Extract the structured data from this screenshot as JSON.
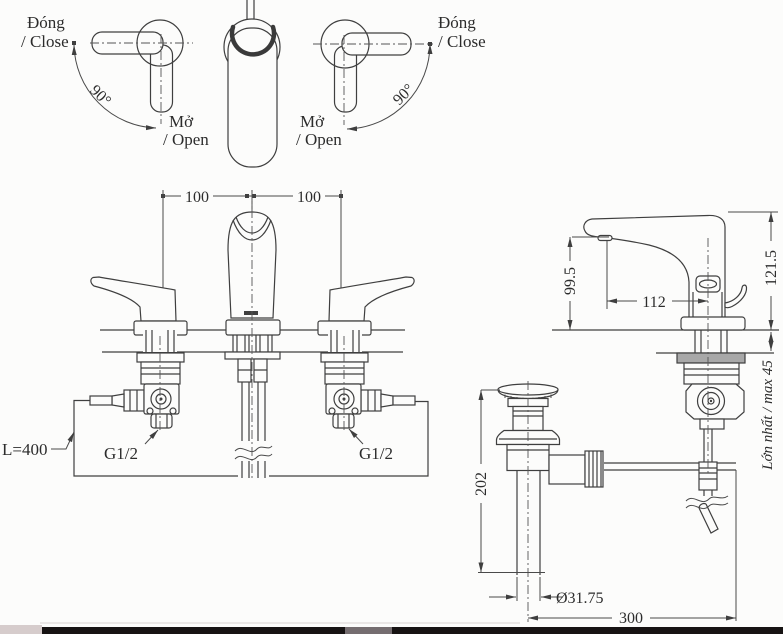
{
  "rotation_left": {
    "close_line1": "Đóng",
    "close_line2": "/ Close",
    "open_line1": "Mở",
    "open_line2": "/ Open",
    "angle": "90°"
  },
  "rotation_right": {
    "close_line1": "Đóng",
    "close_line2": "/ Close",
    "open_line1": "Mở",
    "open_line2": "/ Open",
    "angle": "90°"
  },
  "front_view": {
    "hole_spacing_left": "100",
    "hole_spacing_right": "100",
    "hose_length": "L=400",
    "thread_left": "G1/2",
    "thread_right": "G1/2"
  },
  "side_view": {
    "spout_height": "99.5",
    "spout_reach": "112",
    "overall_height": "121.5",
    "deck_max": "Lớn nhất / max 45"
  },
  "drain": {
    "height": "202",
    "diameter": "Ø31.75",
    "reach": "300"
  },
  "colors": {
    "line": "#3f3f3f",
    "text": "#2c2c2c",
    "background": "#fcfcfb",
    "bottom_bar": "#171313",
    "bottom_bar_light": "#d6cccc",
    "bottom_bar_gray": "#756d70"
  }
}
